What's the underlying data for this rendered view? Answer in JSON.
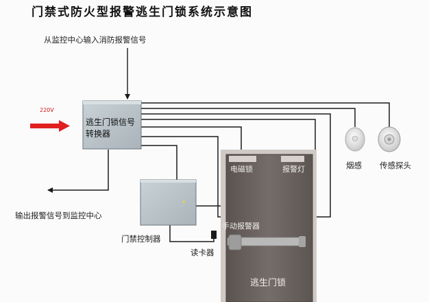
{
  "title": "门禁式防火型报警逃生门锁系统示意图",
  "labels": {
    "input_signal": "从监控中心输入消防报警信号",
    "voltage": "220V",
    "converter_line1": "逃生门锁信号",
    "converter_line2": "转换器",
    "output_signal": "输出报警信号到监控中心",
    "access_controller": "门禁控制器",
    "card_reader": "读卡器",
    "maglock": "电磁锁",
    "alarm_light": "报警灯",
    "manual_alarm": "手动报警器",
    "escape_lock": "逃生门锁",
    "smoke_detector": "烟感",
    "sensor_probe": "传感探头"
  },
  "colors": {
    "power_arrow": "#e02020",
    "wire": "#1a1a1a",
    "door": "#6e6662",
    "device_box": "#b9c3c9"
  }
}
